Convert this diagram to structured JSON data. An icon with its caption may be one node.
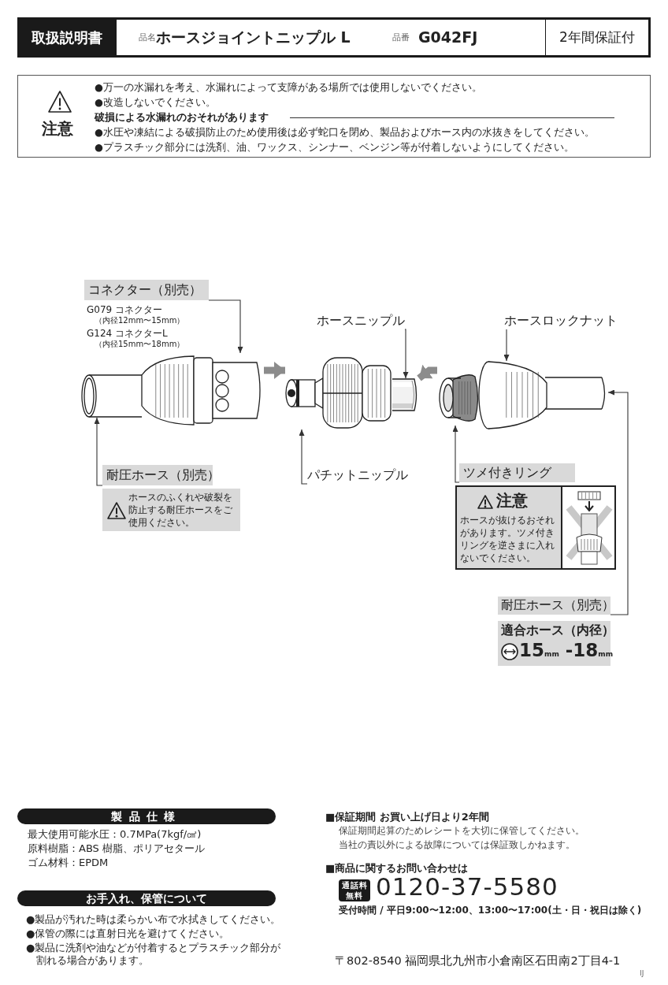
{
  "diagram": {
    "nodes": [
      {
        "text": [
          "取扱説明書"
        ]
      },
      {
        "text": [
          "品名",
          "ホースジョイントニップル L",
          "品番",
          "G042FJ"
        ]
      },
      {
        "text": [
          "2年間保証付"
        ]
      },
      {
        "text": [
          "注意",
          "●万一の水漏れを考え、水漏れによって支障がある場所では使用しないでください。",
          "●改造しないでください。",
          "破損による水漏れのおそれがあります",
          "●水圧や凍結による破損防止のため使用後は必ず蛇口を閉め、製品およびホース内の水抜きをしてください。",
          "●プラスチック部分には洗剤、油、ワックス、シンナー、ベンジン等が付着しないようにしてください。"
        ]
      },
      {
        "text": [
          "コネクター（別売）"
        ],
        "beside": [
          "G079 コネクター",
          "（内径12mm〜15mm）",
          "G124 コネクターL",
          "（内径15mm〜18mm）"
        ]
      },
      {
        "text": [
          "ホースニップル"
        ]
      },
      {
        "text": [
          "ホースロックナット"
        ]
      },
      {
        "text": [],
        "shape": "picture"
      },
      {
        "text": [],
        "shape": "picture"
      },
      {
        "text": [],
        "shape": "picture"
      },
      {
        "text": [],
        "shape": "picture"
      },
      {
        "text": [],
        "shape": "picture"
      },
      {
        "text": [],
        "shape": "picture"
      },
      {
        "text": [],
        "shape": "picture"
      },
      {
        "text": [
          "耐圧ホース（別売）"
        ]
      },
      {
        "text": [
          "ホースのふくれや破裂を防止する耐圧ホースをご使用ください。"
        ]
      },
      {
        "text": [
          "パチットニップル"
        ]
      },
      {
        "text": [
          "ツメ付きリング"
        ]
      },
      {
        "text": [
          "注意",
          "ホースが抜けるおそれがあります。ツメ付きリングを逆さまに入れないでください。"
        ]
      },
      {
        "text": [
          "耐圧ホース（別売）"
        ]
      },
      {
        "text": [
          "適合ホース（内径）",
          "15$_{mm}$ -18$_{mm}$"
        ]
      },
      {
        "text": [
          "製品仕様"
        ],
        "beside": [
          "最大使用可能水圧：0.7MPa(7kgf/㎠)",
          "原料樹脂：ABS 樹脂、ポリアセタール",
          "ゴム材料：EPDM"
        ]
      },
      {
        "text": [
          "お手入れ、保管について"
        ],
        "beside": [
          "●製品が汚れた時は柔らかい布で水拭きしてください。",
          "●保管の際には直射日光を避けてください。",
          "●製品に洗剤や油などが付着するとプラスチック部分が割れる場合があります。"
        ]
      }
    ],
    "edges": [
      {
        "from": 4,
        "to": 8,
        "arrow": "to"
      },
      {
        "from": 5,
        "to": 10,
        "arrow": "to"
      },
      {
        "from": 6,
        "to": 12,
        "arrow": "to"
      },
      {
        "from": 14,
        "to": 7,
        "arrow": "to"
      },
      {
        "from": 16,
        "to": 9,
        "arrow": "to"
      },
      {
        "from": 17,
        "to": 11,
        "arrow": "to"
      },
      {
        "from": 19,
        "to": 13,
        "arrow": "to"
      },
      {
        "from": 8,
        "to": 9,
        "arrow": "to",
        "style": "thick",
        "color": "#8c8c8c"
      },
      {
        "from": 11,
        "to": 10,
        "arrow": "to",
        "style": "thick",
        "color": "#8c8c8c"
      }
    ],
    "labels": [
      "■保証期間 お買い上げ日より2年間",
      "保証期間起算のためレシートを大切に保管してください。",
      "当社の責以外による故障については保証致しかねます。",
      "■商品に関するお問い合わせは",
      "通話料無料",
      "0120-37-5580",
      "受付時間 / 平日9:00〜12:00、13:00〜17:00(土・日・祝日は除く)",
      "〒802-8540 福岡県北九州市小倉南区石田南2丁目4-1",
      "IJ"
    ]
  }
}
